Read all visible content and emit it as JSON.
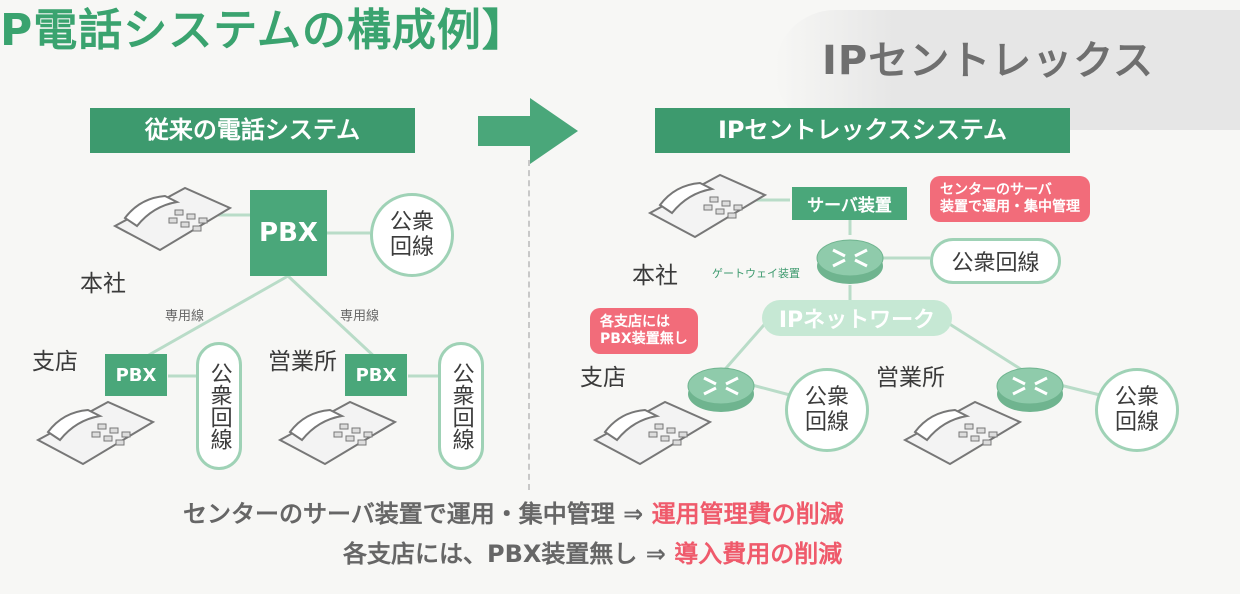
{
  "title": "P電話システムの構成例】",
  "brand": "IPセントレックス",
  "left": {
    "heading": "従来の電話システム",
    "pbx": "PBX",
    "public_line": "公衆回線",
    "honsha": "本社",
    "dedicated_line": "専用線",
    "branch": "支店",
    "sales_office": "営業所"
  },
  "right": {
    "heading": "IPセントレックスシステム",
    "server": "サーバ装置",
    "callout_center": [
      "センターのサーバ",
      "装置で運用・集中管理"
    ],
    "gateway": "ゲートウェイ装置",
    "public_line": "公衆回線",
    "honsha": "本社",
    "ip_network": "IPネットワーク",
    "callout_branch": [
      "各支店には",
      "PBX装置無し"
    ],
    "branch": "支店",
    "sales_office": "営業所"
  },
  "summary": [
    {
      "text": "センターのサーバ装置で運用・集中管理 ⇒ ",
      "highlight": "運用管理費の削減"
    },
    {
      "text": "各支店には、PBX装置無し ⇒ ",
      "highlight": "導入費用の削減"
    }
  ],
  "colors": {
    "green": "#3d9a6e",
    "light_green": "#9fd2b6",
    "highlight": "#ef5a6b"
  }
}
